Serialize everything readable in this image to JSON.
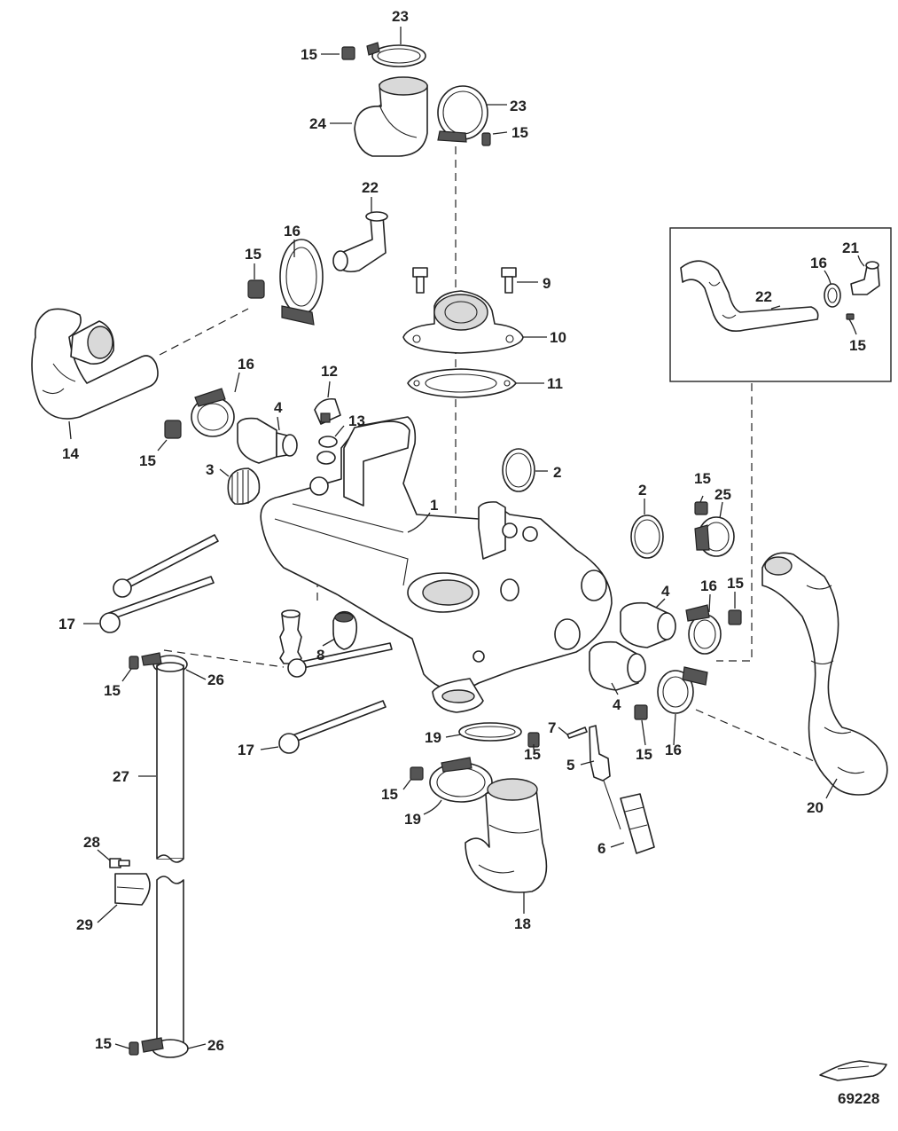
{
  "diagram": {
    "reference_number": "69228",
    "callouts": [
      {
        "id": "c23a",
        "text": "23"
      },
      {
        "id": "c15a",
        "text": "15"
      },
      {
        "id": "c24",
        "text": "24"
      },
      {
        "id": "c23b",
        "text": "23"
      },
      {
        "id": "c15b",
        "text": "15"
      },
      {
        "id": "c22a",
        "text": "22"
      },
      {
        "id": "c16a",
        "text": "16"
      },
      {
        "id": "c15c",
        "text": "15"
      },
      {
        "id": "c9",
        "text": "9"
      },
      {
        "id": "c10",
        "text": "10"
      },
      {
        "id": "c11",
        "text": "11"
      },
      {
        "id": "c21",
        "text": "21"
      },
      {
        "id": "c16b",
        "text": "16"
      },
      {
        "id": "c22b",
        "text": "22"
      },
      {
        "id": "c15d",
        "text": "15"
      },
      {
        "id": "c16c",
        "text": "16"
      },
      {
        "id": "c12",
        "text": "12"
      },
      {
        "id": "c4a",
        "text": "4"
      },
      {
        "id": "c13",
        "text": "13"
      },
      {
        "id": "c14",
        "text": "14"
      },
      {
        "id": "c15e",
        "text": "15"
      },
      {
        "id": "c3",
        "text": "3"
      },
      {
        "id": "c2a",
        "text": "2"
      },
      {
        "id": "c1",
        "text": "1"
      },
      {
        "id": "c2b",
        "text": "2"
      },
      {
        "id": "c15f",
        "text": "15"
      },
      {
        "id": "c25",
        "text": "25"
      },
      {
        "id": "c4b",
        "text": "4"
      },
      {
        "id": "c16d",
        "text": "16"
      },
      {
        "id": "c15g",
        "text": "15"
      },
      {
        "id": "c17a",
        "text": "17"
      },
      {
        "id": "c8",
        "text": "8"
      },
      {
        "id": "c15h",
        "text": "15"
      },
      {
        "id": "c26a",
        "text": "26"
      },
      {
        "id": "c4c",
        "text": "4"
      },
      {
        "id": "c7",
        "text": "7"
      },
      {
        "id": "c19a",
        "text": "19"
      },
      {
        "id": "c15i",
        "text": "15"
      },
      {
        "id": "c15j",
        "text": "15"
      },
      {
        "id": "c16e",
        "text": "16"
      },
      {
        "id": "c17b",
        "text": "17"
      },
      {
        "id": "c5",
        "text": "5"
      },
      {
        "id": "c27",
        "text": "27"
      },
      {
        "id": "c15k",
        "text": "15"
      },
      {
        "id": "c19b",
        "text": "19"
      },
      {
        "id": "c20",
        "text": "20"
      },
      {
        "id": "c28",
        "text": "28"
      },
      {
        "id": "c6",
        "text": "6"
      },
      {
        "id": "c29",
        "text": "29"
      },
      {
        "id": "c18",
        "text": "18"
      },
      {
        "id": "c15l",
        "text": "15"
      },
      {
        "id": "c26b",
        "text": "26"
      }
    ]
  }
}
